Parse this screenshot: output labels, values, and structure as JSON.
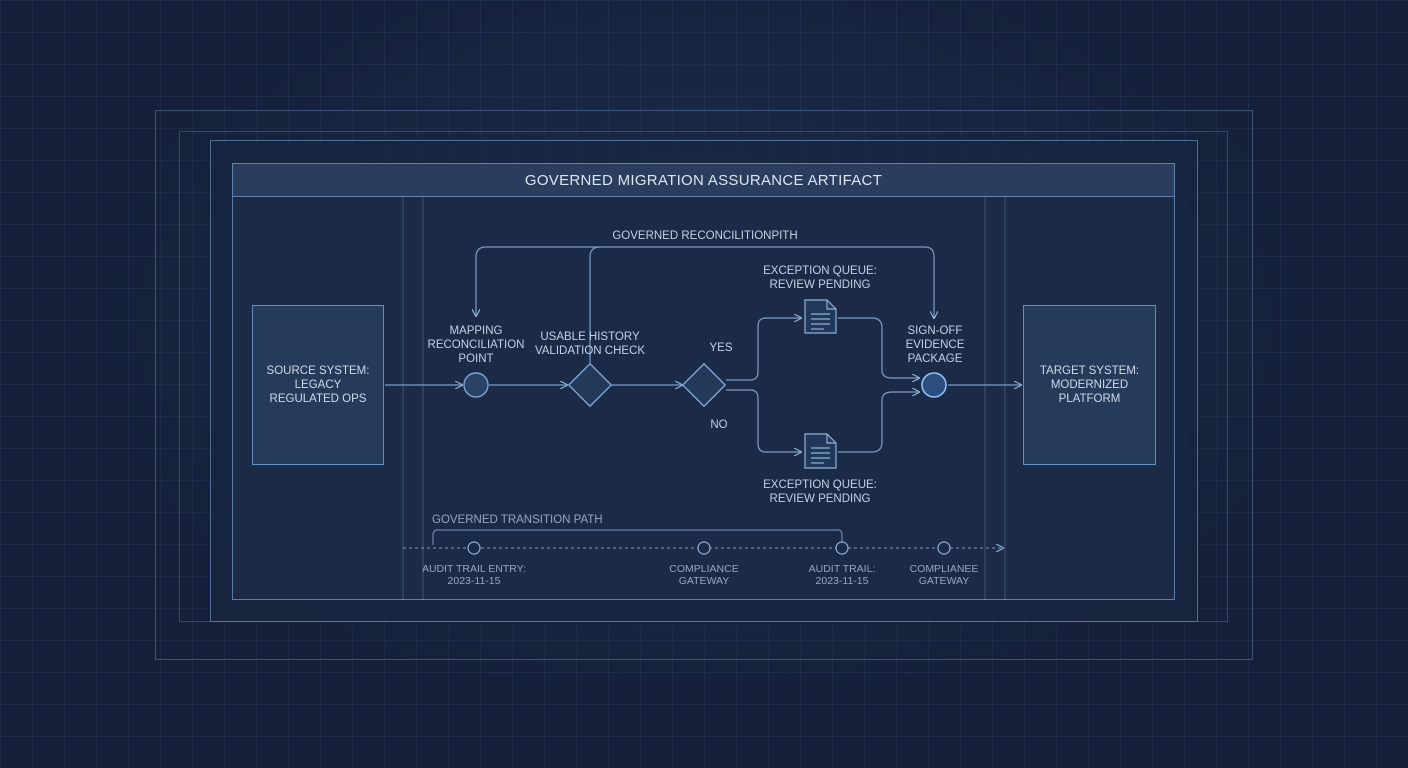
{
  "title": "GOVERNED MIGRATION ASSURANCE ARTIFACT",
  "paths": {
    "reconciliation": "GOVERNED RECONCILITIONPITH",
    "transition": "GOVERNED TRANSITION PATH"
  },
  "nodes": {
    "source": "SOURCE SYSTEM:\nLEGACY\nREGULATED OPS",
    "mapping": "MAPPING\nRECONCILIATION\nPOINT",
    "validation": "USABLE HISTORY\nVALIDATION CHECK",
    "yes": "YES",
    "no": "NO",
    "exception_top": "EXCEPTION QUEUE:\nREVIEW PENDING",
    "exception_bottom": "EXCEPTION QUEUE:\nREVIEW PENDING",
    "signoff": "SIGN-OFF\nEVIDENCE\nPACKAGE",
    "target": "TARGET SYSTEM:\nMODERNIZED\nPLATFORM"
  },
  "timeline": [
    {
      "label": "AUDIT TRAIL ENTRY:\n2023-11-15"
    },
    {
      "label": "COMPLIANCE\nGATEWAY"
    },
    {
      "label": "AUDIT TRAIL:\n2023-11-15"
    },
    {
      "label": "COMPLIANEE\nGATEWAY"
    }
  ],
  "colors": {
    "background": "#14203a",
    "panel": "#1b2b47",
    "line": "#7d9cc6",
    "accent": "#6aa2e0"
  }
}
